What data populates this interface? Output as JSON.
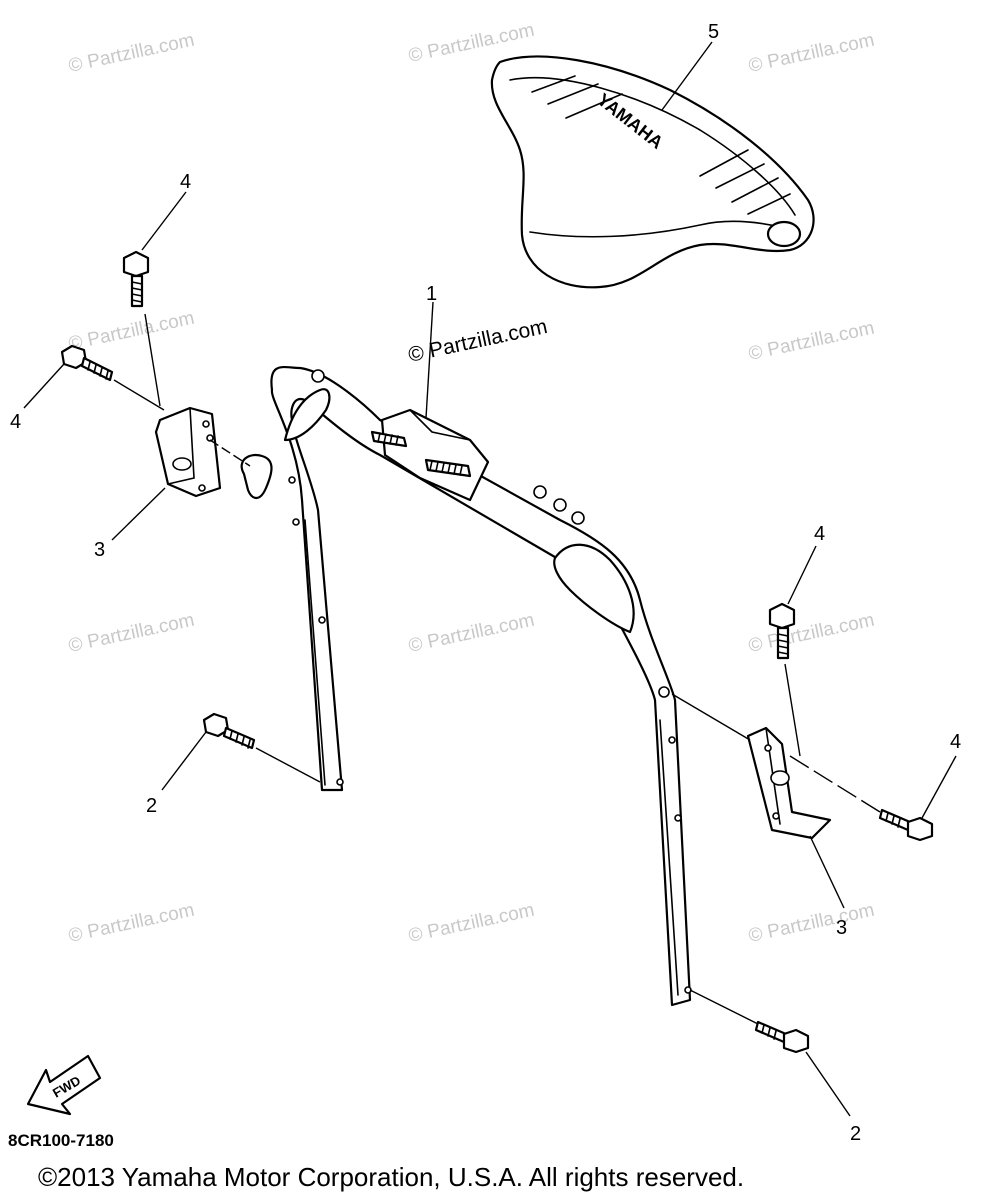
{
  "diagram": {
    "callouts": {
      "c1": "1",
      "c2a": "2",
      "c2b": "2",
      "c3a": "3",
      "c3b": "3",
      "c4a": "4",
      "c4b": "4",
      "c4c": "4",
      "c4d": "4",
      "c5": "5"
    },
    "seat_brand": "YAMAHA",
    "fwd_label": "FWD",
    "diagram_code": "8CR100-7180",
    "watermark": "© Partzilla.com",
    "copyright": "©2013  Yamaha Motor Corporation, U.S.A. All rights reserved."
  }
}
